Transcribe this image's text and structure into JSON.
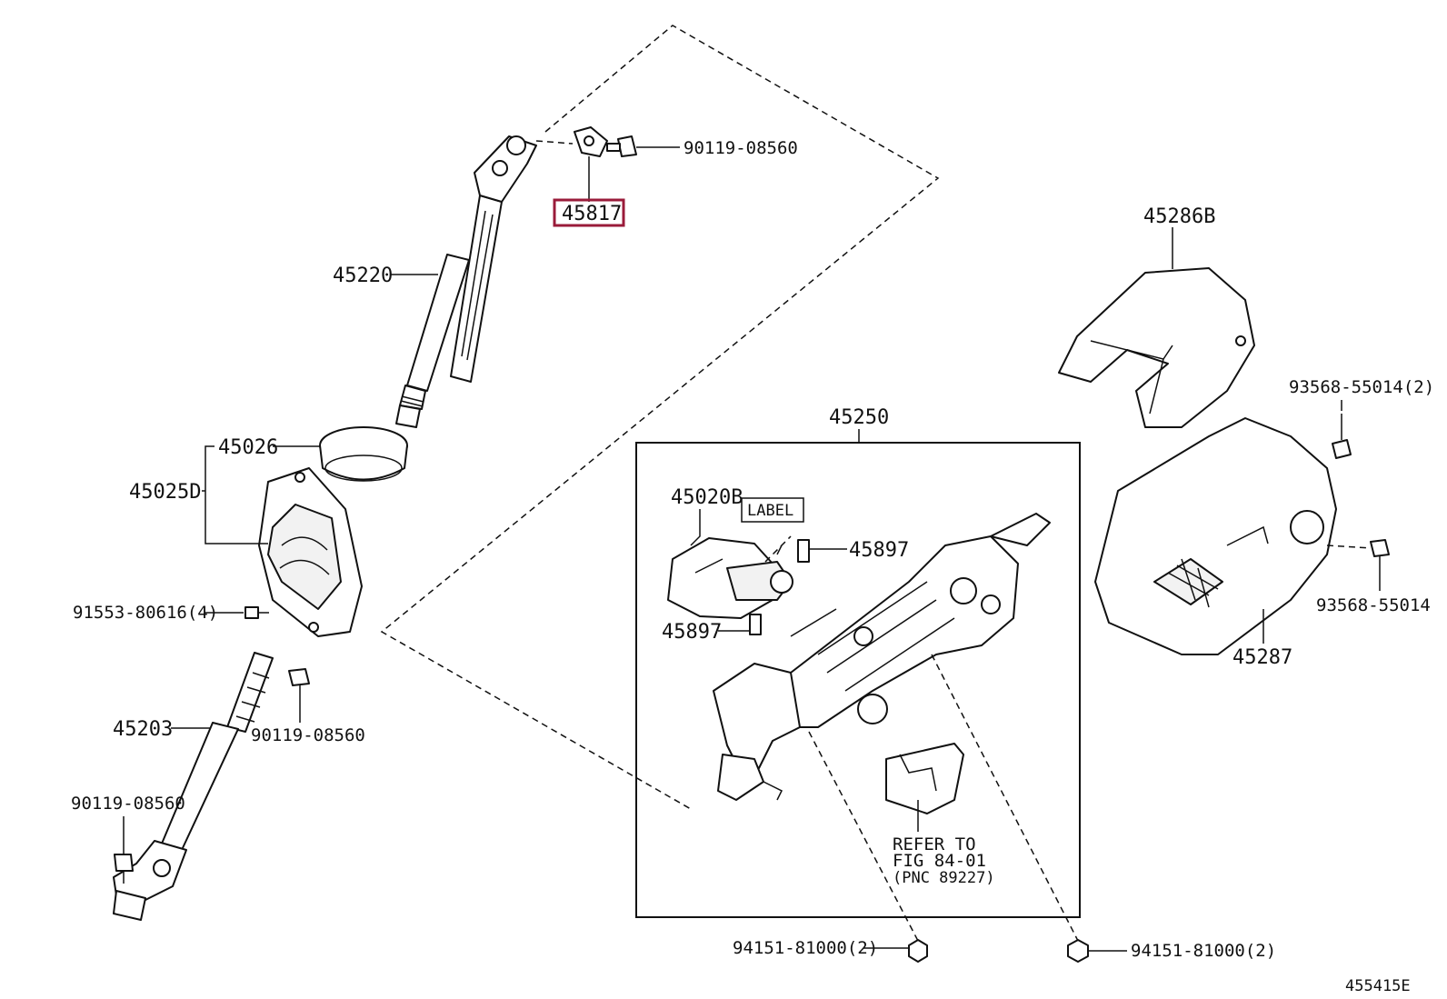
{
  "diagram_id": "455415E",
  "highlight_color": "#9a1b3a",
  "labels": {
    "p45817": "45817",
    "p90119_top": "90119-08560",
    "p45220": "45220",
    "p45286B": "45286B",
    "p45026": "45026",
    "p45025D": "45025D",
    "p93568_a": "93568-55014(2)",
    "p45250": "45250",
    "p45020B": "45020B",
    "label_tag": "LABEL",
    "p45897_a": "45897",
    "p45897_b": "45897",
    "p91553": "91553-80616(4)",
    "p93568_b": "93568-55014",
    "p45287": "45287",
    "p45203": "45203",
    "p90119_mid": "90119-08560",
    "p90119_low": "90119-08560",
    "refer_line1": "REFER TO",
    "refer_line2": "FIG 84-01",
    "refer_line3": "(PNC 89227)",
    "p94151_a": "94151-81000(2)",
    "p94151_b": "94151-81000(2)"
  }
}
